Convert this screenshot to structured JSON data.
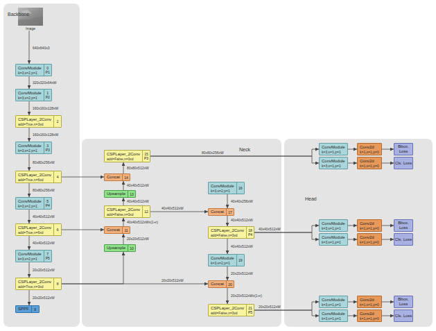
{
  "diagram": {
    "nodes": [
      {
        "text": [
          "Backbone"
        ]
      },
      {
        "text": [
          "Image"
        ],
        "in": 0
      },
      {
        "text": [
          "ConvModule",
          "k=3,s=2,p=1",
          "0",
          "P1"
        ],
        "in": 0
      },
      {
        "text": [
          "ConvModule",
          "k=3,s=2,p=1",
          "1",
          "P2"
        ],
        "in": 0
      },
      {
        "text": [
          "CSPLayer_2Conv",
          "add=True,n=3xd",
          "2"
        ],
        "in": 0
      },
      {
        "text": [
          "ConvModule",
          "k=3,s=2,p=1",
          "3",
          "P3"
        ],
        "in": 0
      },
      {
        "text": [
          "CSPLayer_2Conv",
          "add=True,n=6xd",
          "4"
        ],
        "in": 0
      },
      {
        "text": [
          "ConvModule",
          "k=3,s=2,p=1",
          "5",
          "P4"
        ],
        "in": 0
      },
      {
        "text": [
          "CSPLayer_2Conv",
          "add=True,n=6xd",
          "6"
        ],
        "in": 0
      },
      {
        "text": [
          "ConvModule",
          "k=3,s=2,p=1",
          "7",
          "P5"
        ],
        "in": 0
      },
      {
        "text": [
          "CSPLayer_2Conv",
          "add=True,n=3xd",
          "8"
        ],
        "in": 0
      },
      {
        "text": [
          "SPPF",
          "9"
        ],
        "in": 0
      },
      {
        "text": [
          "Neck"
        ]
      },
      {
        "text": [
          "Upsample",
          "10"
        ],
        "in": 12
      },
      {
        "text": [
          "Concat",
          "11"
        ],
        "in": 12
      },
      {
        "text": [
          "CSPLayer_2Conv",
          "add=False,n=3xd",
          "12"
        ],
        "in": 12
      },
      {
        "text": [
          "Upsample",
          "13"
        ],
        "in": 12
      },
      {
        "text": [
          "Concat",
          "14"
        ],
        "in": 12
      },
      {
        "text": [
          "CSPLayer_2Conv",
          "add=False,n=3xd",
          "15",
          "P3"
        ],
        "in": 12
      },
      {
        "text": [
          "ConvModule",
          "k=3,s=2,p=1",
          "16"
        ],
        "in": 12
      },
      {
        "text": [
          "Concat",
          "17"
        ],
        "in": 12
      },
      {
        "text": [
          "CSPLayer_2Conv",
          "add=False,n=3xd",
          "18",
          "P4"
        ],
        "in": 12
      },
      {
        "text": [
          "ConvModule",
          "k=3,s=2,p=1",
          "19"
        ],
        "in": 12
      },
      {
        "text": [
          "Concat",
          "20"
        ],
        "in": 12
      },
      {
        "text": [
          "CSPLayer_2Conv",
          "add=False,n=3xd",
          "21",
          "P5"
        ],
        "in": 12
      },
      {
        "text": [
          "Head"
        ]
      },
      {
        "text": [
          "ConvModule",
          "k=3,s=1,p=1"
        ],
        "in": 25
      },
      {
        "text": [
          "Conv2d",
          "k=1,s=1,p=0"
        ],
        "in": 25
      },
      {
        "text": [
          "Bbox. Loss"
        ],
        "in": 25
      },
      {
        "text": [
          "ConvModule",
          "k=3,s=1,p=1"
        ],
        "in": 25
      },
      {
        "text": [
          "Conv2d",
          "k=1,s=1,p=0"
        ],
        "in": 25
      },
      {
        "text": [
          "Cls. Loss"
        ],
        "in": 25
      },
      {
        "text": [
          "ConvModule",
          "k=3,s=1,p=1"
        ],
        "in": 25
      },
      {
        "text": [
          "Conv2d",
          "k=1,s=1,p=0"
        ],
        "in": 25
      },
      {
        "text": [
          "Bbox. Loss"
        ],
        "in": 25
      },
      {
        "text": [
          "ConvModule",
          "k=3,s=1,p=1"
        ],
        "in": 25
      },
      {
        "text": [
          "Conv2d",
          "k=1,s=1,p=0"
        ],
        "in": 25
      },
      {
        "text": [
          "Cls. Loss"
        ],
        "in": 25
      },
      {
        "text": [
          "ConvModule",
          "k=3,s=1,p=1"
        ],
        "in": 25
      },
      {
        "text": [
          "Conv2d",
          "k=1,s=1,p=0"
        ],
        "in": 25
      },
      {
        "text": [
          "Bbox. Loss"
        ],
        "in": 25
      },
      {
        "text": [
          "ConvModule",
          "k=3,s=1,p=1"
        ],
        "in": 25
      },
      {
        "text": [
          "Conv2d",
          "k=1,s=1,p=0"
        ],
        "in": 25
      },
      {
        "text": [
          "Cls. Loss"
        ],
        "in": 25
      }
    ],
    "edges": [
      {
        "from": 1,
        "to": 2,
        "arrow": "to",
        "label": "640x640x3"
      },
      {
        "from": 2,
        "to": 3,
        "arrow": "to",
        "label": "320x320x64xW"
      },
      {
        "from": 3,
        "to": 4,
        "arrow": "to",
        "label": "160x160x128xW"
      },
      {
        "from": 4,
        "to": 5,
        "arrow": "to",
        "label": "160x160x128xW"
      },
      {
        "from": 5,
        "to": 6,
        "arrow": "to",
        "label": "80x80x256xW"
      },
      {
        "from": 6,
        "to": 7,
        "arrow": "to",
        "label": "80x80x256xW"
      },
      {
        "from": 7,
        "to": 8,
        "arrow": "to",
        "label": "40x40x512xW"
      },
      {
        "from": 8,
        "to": 9,
        "arrow": "to",
        "label": "40x40x512xW"
      },
      {
        "from": 9,
        "to": 10,
        "arrow": "to",
        "label": "20x20x512xW"
      },
      {
        "from": 10,
        "to": 11,
        "arrow": "to",
        "label": "20x20x512xW"
      },
      {
        "from": 6,
        "to": 17,
        "arrow": "to"
      },
      {
        "from": 8,
        "to": 14,
        "arrow": "to"
      },
      {
        "from": 10,
        "to": 13,
        "arrow": "to"
      },
      {
        "from": 10,
        "to": 23,
        "arrow": "to",
        "label": "20x20x512xW"
      },
      {
        "from": 13,
        "to": 14,
        "arrow": "to",
        "label": "20x20x512xW"
      },
      {
        "from": 14,
        "to": 15,
        "arrow": "to",
        "label": "40x40x512xWx(1+r)"
      },
      {
        "from": 15,
        "to": 16,
        "arrow": "to",
        "label": "40x40x512xW"
      },
      {
        "from": 16,
        "to": 17,
        "arrow": "to",
        "label": "40x40x512xW"
      },
      {
        "from": 17,
        "to": 18,
        "arrow": "to",
        "label": "80x80x512xW"
      },
      {
        "from": 18,
        "to": 26,
        "arrow": "to",
        "label": "80x80x256xW"
      },
      {
        "from": 18,
        "to": 29,
        "arrow": "to"
      },
      {
        "from": 15,
        "to": 20,
        "arrow": "to",
        "label": "40x40x512xW"
      },
      {
        "from": 19,
        "to": 20,
        "arrow": "to",
        "label": "40x40x256xW"
      },
      {
        "from": 20,
        "to": 21,
        "arrow": "to",
        "label": "40x40x512xW"
      },
      {
        "from": 21,
        "to": 22,
        "arrow": "to",
        "label": "40x40x512xW"
      },
      {
        "from": 22,
        "to": 23,
        "arrow": "to",
        "label": "20x20x512xW"
      },
      {
        "from": 23,
        "to": 24,
        "arrow": "to",
        "label": "20x20x512xWx(1+r)"
      },
      {
        "from": 21,
        "to": 32,
        "arrow": "to",
        "label": "40x40x512xW"
      },
      {
        "from": 21,
        "to": 35,
        "arrow": "to"
      },
      {
        "from": 24,
        "to": 38,
        "arrow": "to",
        "label": "20x20x512xW"
      },
      {
        "from": 24,
        "to": 41,
        "arrow": "to"
      },
      {
        "from": 26,
        "to": 27,
        "arrow": "to"
      },
      {
        "from": 27,
        "to": 28,
        "arrow": "to"
      },
      {
        "from": 29,
        "to": 30,
        "arrow": "to"
      },
      {
        "from": 30,
        "to": 31,
        "arrow": "to"
      },
      {
        "from": 32,
        "to": 33,
        "arrow": "to"
      },
      {
        "from": 33,
        "to": 34,
        "arrow": "to"
      },
      {
        "from": 35,
        "to": 36,
        "arrow": "to"
      },
      {
        "from": 36,
        "to": 37,
        "arrow": "to"
      },
      {
        "from": 38,
        "to": 39,
        "arrow": "to"
      },
      {
        "from": 39,
        "to": 40,
        "arrow": "to"
      },
      {
        "from": 41,
        "to": 42,
        "arrow": "to"
      },
      {
        "from": 42,
        "to": 43,
        "arrow": "to"
      }
    ]
  }
}
